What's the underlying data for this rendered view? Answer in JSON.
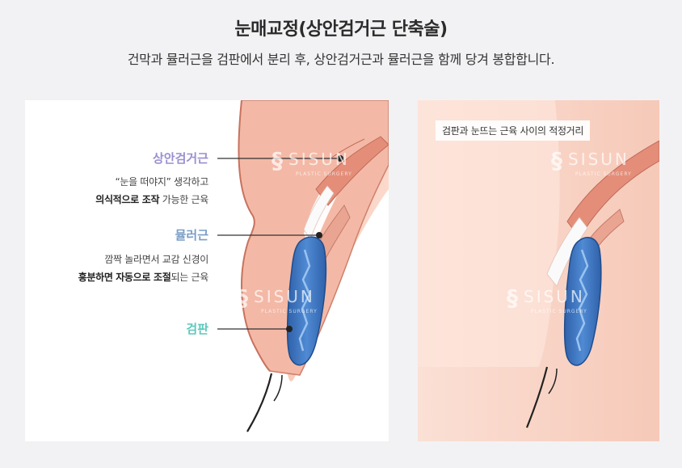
{
  "header": {
    "title": "눈매교정(상안검거근 단축술)",
    "subtitle": "건막과 뮬러근을 검판에서 분리 후, 상안검거근과 뮬러근을 함께 당겨 봉합합니다."
  },
  "left_panel": {
    "labels": {
      "levator": "상안검거근",
      "muller": "뮬러근",
      "tarsus": "검판"
    },
    "levator_desc": {
      "line1": "“눈을 떠야지” 생각하고",
      "line2_bold": "의식적으로 조작",
      "line2_rest": " 가능한 근육"
    },
    "muller_desc": {
      "line1": "깜짝 놀라면서 교감 신경이",
      "line2_bold1": "흥분하면",
      "line2_mid": " ",
      "line2_bold2": "자동으로 조절",
      "line2_rest": "되는 근육"
    },
    "watermark": "SISUN",
    "watermark_sub": "PLASTIC SURGERY"
  },
  "right_panel": {
    "callout": "검판과 눈뜨는 근육 사이의 적정거리",
    "watermark": "SISUN",
    "watermark_sub": "PLASTIC SURGERY"
  },
  "colors": {
    "levator_label": "#9b8fd0",
    "muller_label": "#7b9ec6",
    "tarsus_label": "#5fc8bd",
    "skin": "#f7cdbd",
    "muscle": "#e9a08f",
    "tarsus_fill": "#3a6fb8",
    "background": "#f2f2f4"
  }
}
